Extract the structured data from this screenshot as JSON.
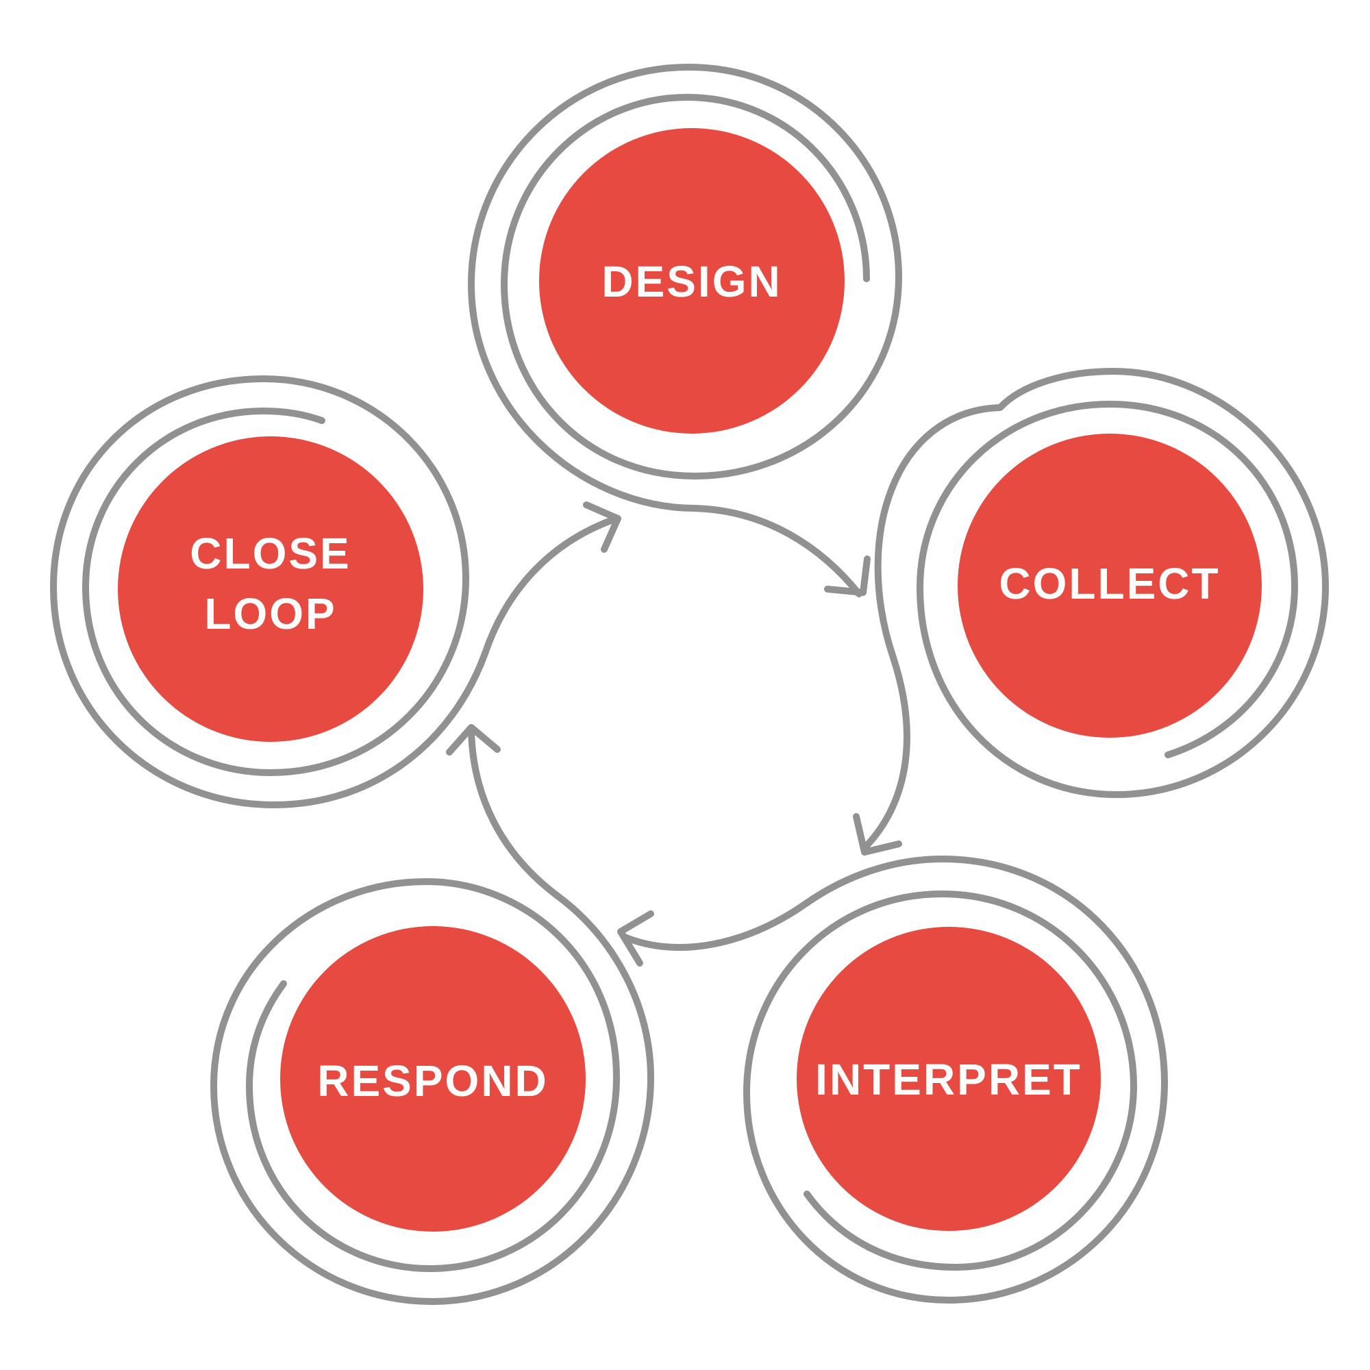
{
  "diagram": {
    "colors": {
      "node_fill": "#e64a41",
      "ring_stroke": "#919191",
      "label": "#ffffff",
      "background": "#ffffff"
    },
    "stages": [
      {
        "id": "design",
        "label": [
          "DESIGN"
        ]
      },
      {
        "id": "collect",
        "label": [
          "COLLECT"
        ]
      },
      {
        "id": "interpret",
        "label": [
          "INTERPRET"
        ]
      },
      {
        "id": "respond",
        "label": [
          "RESPOND"
        ]
      },
      {
        "id": "close-loop",
        "label": [
          "CLOSE",
          "LOOP"
        ]
      }
    ]
  }
}
